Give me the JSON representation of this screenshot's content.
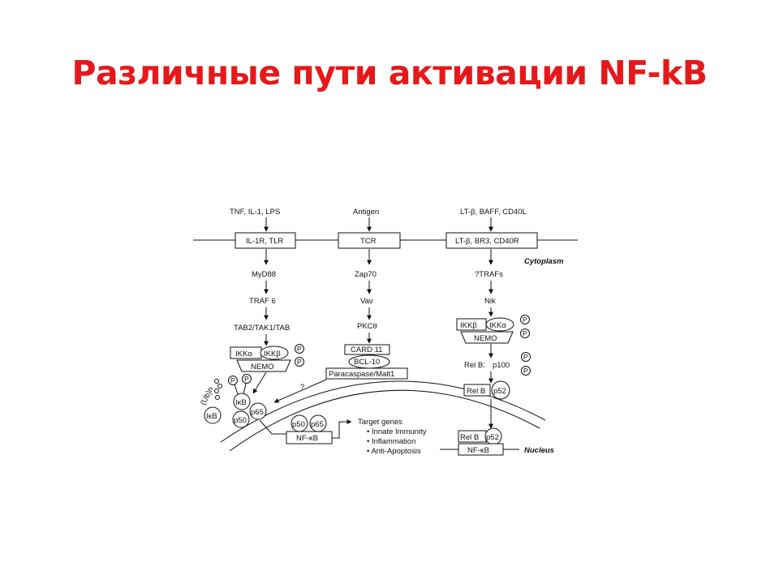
{
  "slide": {
    "title": "Различные пути активации NF-kB",
    "title_color": "#e5191b"
  },
  "diagram": {
    "regions": {
      "cytoplasm": "Cytoplasm",
      "nucleus": "Nucleus"
    },
    "left": {
      "ligand": "TNF, IL-1, LPS",
      "receptor": "IL-1R, TLR",
      "adaptor": "MyD88",
      "traf": "TRAF 6",
      "tab": "TAB2/TAK1/TAB",
      "ikk_a": "IKKα",
      "ikk_b": "IKKβ",
      "nemo": "NEMO",
      "phospho": "P",
      "ikb": "IκB",
      "ikb_degraded": "IκB",
      "ubiquitin": "(Ub)n",
      "p65": "p65",
      "p50": "p50"
    },
    "middle": {
      "ligand": "Antigen",
      "receptor": "TCR",
      "zap": "Zap70",
      "vav": "Vav",
      "pkc": "PKCθ",
      "card": "CARD 11",
      "bcl": "BCL-10",
      "malt": "Paracaspase/Malt1",
      "unknown": "?"
    },
    "nuclear_left": {
      "p50": "p50",
      "p65": "p65",
      "site": "NF-κB",
      "target_title": "Target genes",
      "targets": [
        "• Innate Immunity",
        "• Inflammation",
        "• Anti-Apoptosis"
      ]
    },
    "right": {
      "ligand": "LT-β, BAFF, CD40L",
      "receptor": "LT-β, BR3, CD40R",
      "traf": "?TRAFs",
      "nik": "Nik",
      "ikk_b": "IKKβ",
      "ikk_a": "IKKα",
      "nemo": "NEMO",
      "phospho": "P",
      "relb_label": "Rel B:",
      "p100": "p100",
      "relb": "Rel B",
      "p52": "p52",
      "relb_nuc": "Rel B",
      "p52_nuc": "p52",
      "site": "NF-κB"
    }
  }
}
